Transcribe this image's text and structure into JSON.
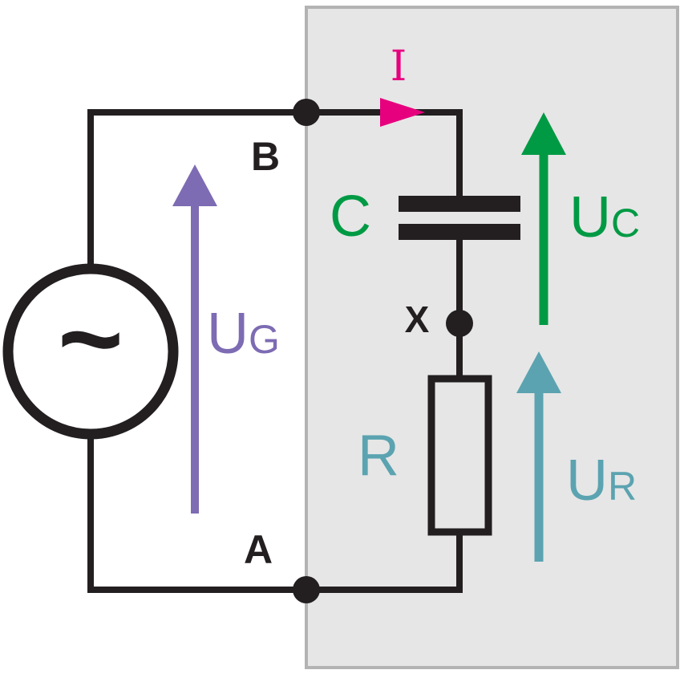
{
  "labels": {
    "node_b": "B",
    "node_a": "A",
    "node_x": "X",
    "current": "I",
    "capacitor": "C",
    "resistor": "R",
    "u_generator": "U",
    "u_generator_sub": "G",
    "u_capacitor": "U",
    "u_capacitor_sub": "C",
    "u_resistor": "U",
    "u_resistor_sub": "R",
    "source_symbol": "~"
  },
  "colors": {
    "wire": "#231f20",
    "panel_fill": "#e6e6e6",
    "panel_border": "#b3b3b3",
    "current": "#e6007e",
    "capacitor": "#009a44",
    "resistor": "#5ba3b0",
    "generator": "#7d6bb3"
  }
}
